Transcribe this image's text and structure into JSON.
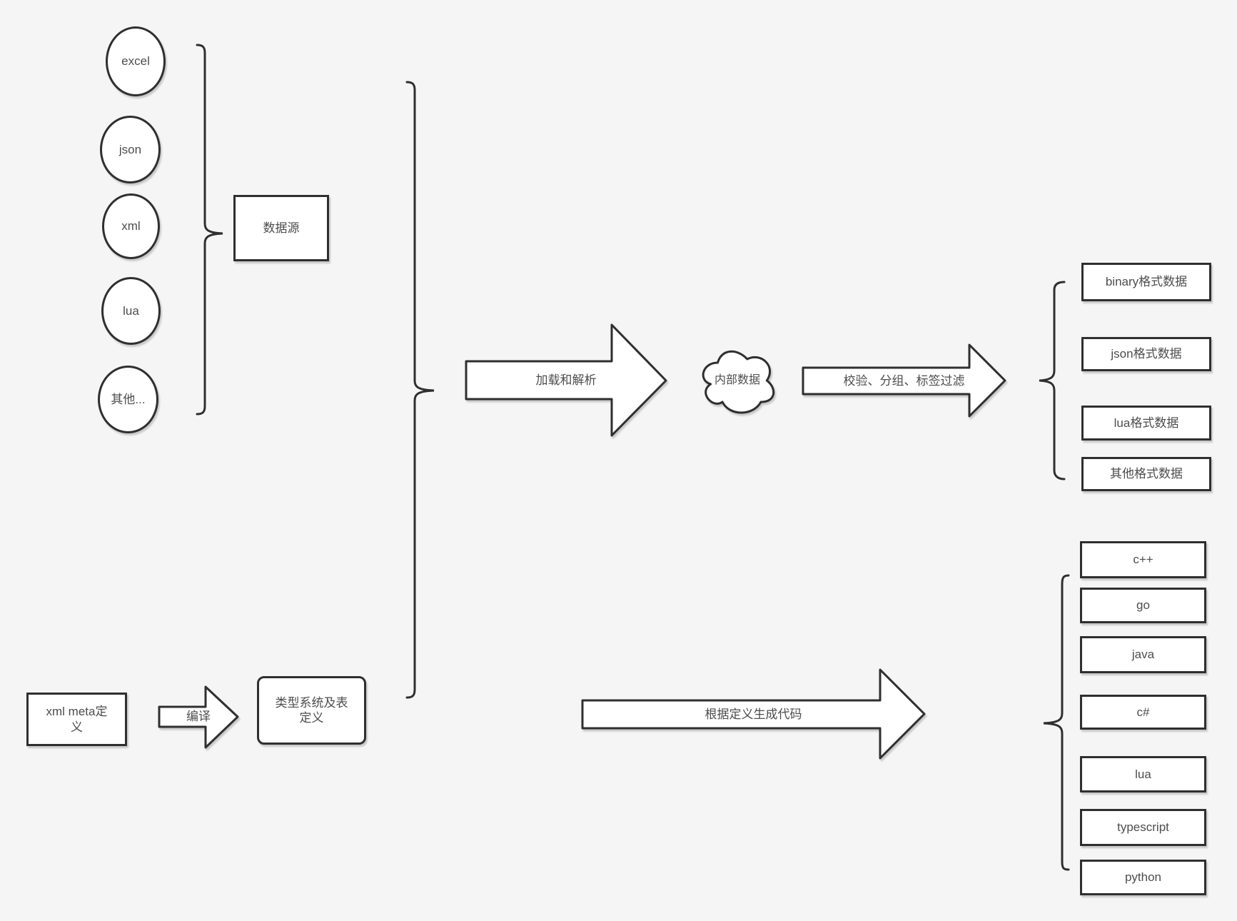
{
  "diagram": {
    "title_hint": "data pipeline flow diagram",
    "colors": {
      "canvas_background": "#f5f5f5",
      "shape_fill": "#ffffff",
      "shape_stroke": "#2f2f2f",
      "text": "#4d4d4d"
    },
    "sources": {
      "items": [
        "excel",
        "json",
        "xml",
        "lua",
        "其他..."
      ],
      "group_label": "数据源"
    },
    "flow": {
      "load_arrow_label": "加载和解析",
      "internal_data_label": "内部数据",
      "filter_arrow_label": "校验、分组、标签过滤",
      "output_formats": [
        "binary格式数据",
        "json格式数据",
        "lua格式数据",
        "其他格式数据"
      ]
    },
    "meta": {
      "xml_meta_label": "xml meta定义",
      "compile_arrow_label": "编译",
      "type_system_label": "类型系统及表定义",
      "codegen_arrow_label": "根据定义生成代码",
      "languages": [
        "c++",
        "go",
        "java",
        "c#",
        "lua",
        "typescript",
        "python"
      ]
    }
  }
}
